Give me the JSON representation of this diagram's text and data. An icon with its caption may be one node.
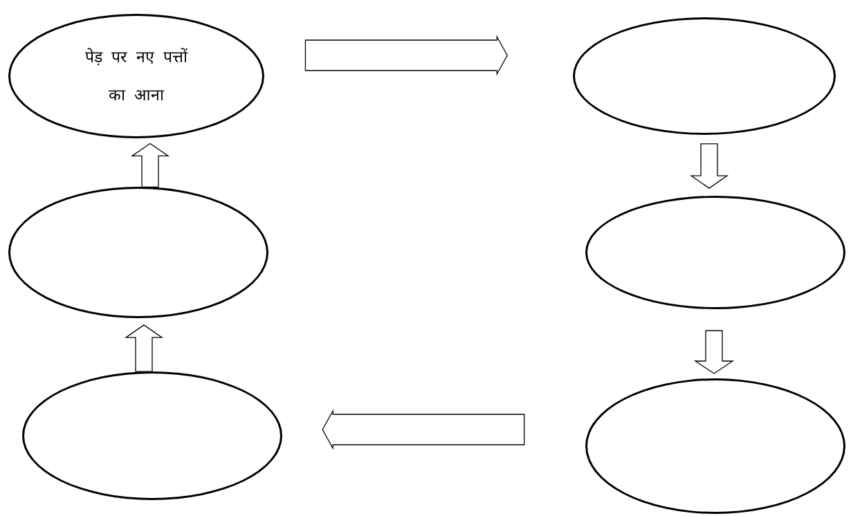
{
  "diagram": {
    "nodes": [
      {
        "text": [
          "पेड़ पर नए पत्तों का आना"
        ]
      },
      {
        "text": [],
        "shape": "circle"
      },
      {
        "text": [],
        "shape": "circle"
      },
      {
        "text": [],
        "shape": "circle"
      },
      {
        "text": [],
        "shape": "circle"
      },
      {
        "text": [],
        "shape": "circle"
      }
    ],
    "edges": [
      {
        "from": 0,
        "to": 1,
        "arrow": "to"
      },
      {
        "from": 1,
        "to": 3,
        "arrow": "to"
      },
      {
        "from": 3,
        "to": 5,
        "arrow": "to"
      },
      {
        "from": 5,
        "to": 4,
        "arrow": "to"
      },
      {
        "from": 4,
        "to": 2,
        "arrow": "to"
      },
      {
        "from": 2,
        "to": 0,
        "arrow": "to"
      }
    ]
  }
}
